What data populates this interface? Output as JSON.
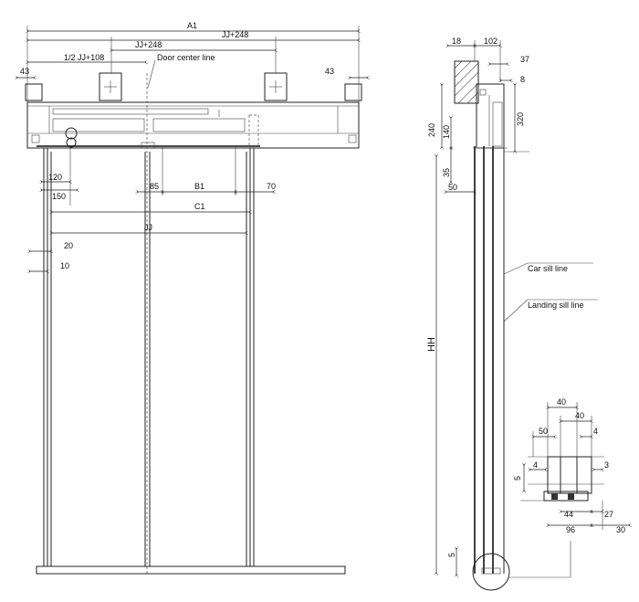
{
  "front_view": {
    "dimensions": {
      "a1": "A1",
      "jj_248_top": "JJ+248",
      "jj_248_mid": "JJ+248",
      "half_jj_108": "1/2 JJ+108",
      "left_43": "43",
      "right_43": "43",
      "d120": "120",
      "d150": "150",
      "d85": "85",
      "b1": "B1",
      "d70": "70",
      "c1": "C1",
      "jj": "JJ",
      "d20": "20",
      "d10": "10"
    },
    "labels": {
      "door_center_line": "Door center line"
    }
  },
  "side_view": {
    "dimensions": {
      "d18": "18",
      "d102": "102",
      "d37": "37",
      "d8": "8",
      "d320": "320",
      "d240": "240",
      "d140": "140",
      "d35": "35",
      "d50": "50",
      "hh": "HH",
      "d5": "5"
    },
    "labels": {
      "car_sill_line": "Car sill line",
      "landing_sill_line": "Landing sill line"
    }
  },
  "sill_detail": {
    "dimensions": {
      "d40_top": "40",
      "d40_mid": "40",
      "d50": "50",
      "d4_top": "4",
      "d5": "5",
      "d4_left": "4",
      "d3": "3",
      "d44": "44",
      "d27": "27",
      "d96": "96",
      "d30": "30"
    }
  }
}
